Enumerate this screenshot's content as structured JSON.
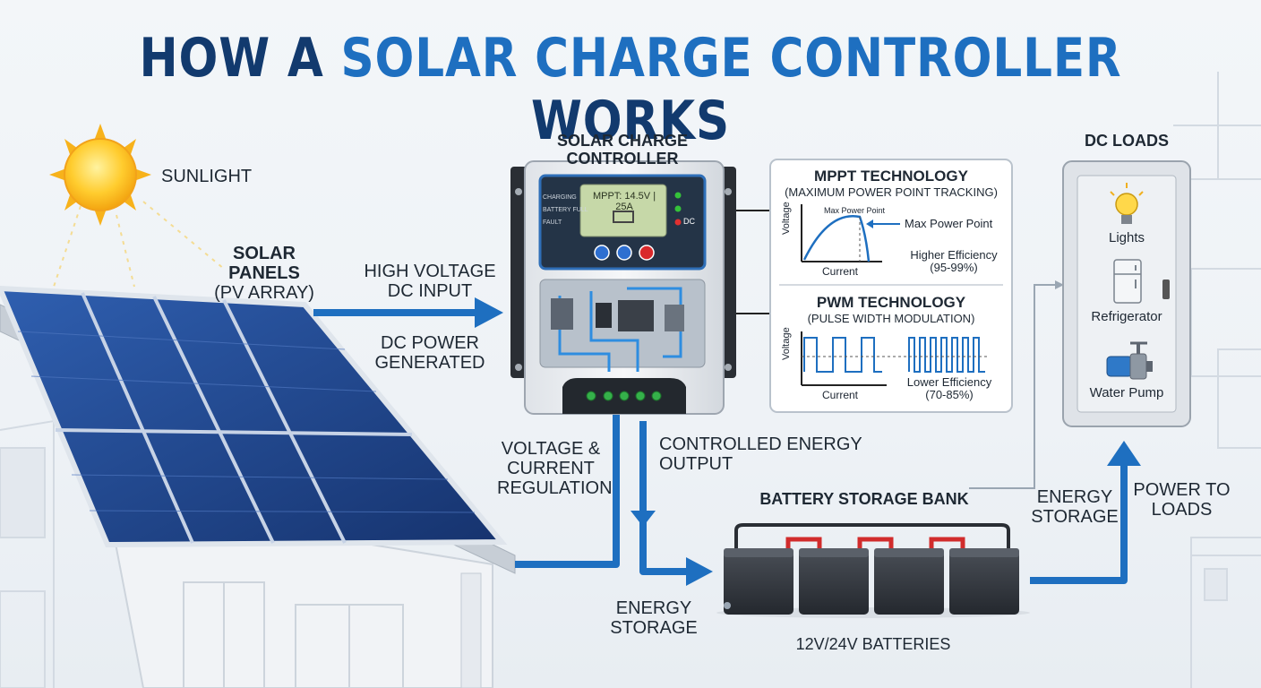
{
  "title": {
    "part1": "HOW A ",
    "part2": "SOLAR CHARGE CONTROLLER",
    "part3": " WORKS"
  },
  "sun": {
    "label": "SUNLIGHT"
  },
  "panels": {
    "title": "SOLAR PANELS",
    "subtitle": "(PV ARRAY)"
  },
  "flow": {
    "input_line1": "HIGH VOLTAGE",
    "input_line2": "DC INPUT",
    "power_line1": "DC POWER",
    "power_line2": "GENERATED",
    "reg_line1": "VOLTAGE &",
    "reg_line2": "CURRENT",
    "reg_line3": "REGULATION",
    "output_line1": "CONTROLLED ENERGY",
    "output_line2": "OUTPUT",
    "storage_left_line1": "ENERGY",
    "storage_left_line2": "STORAGE",
    "storage_right_line1": "ENERGY",
    "storage_right_line2": "STORAGE",
    "power_loads_line1": "POWER TO",
    "power_loads_line2": "LOADS"
  },
  "controller": {
    "title": "SOLAR CHARGE CONTROLLER",
    "display": "MPPT: 14.5V | 25A",
    "dc_label": "DC",
    "side_text1": "CHARGING",
    "side_text2": "BATTERY FULL",
    "side_text3": "FAULT"
  },
  "tech": {
    "mppt_title": "MPPT TECHNOLOGY",
    "mppt_sub": "(MAXIMUM POWER POINT TRACKING)",
    "mppt_peak_label": "Max Power Point",
    "mppt_arrow_label": "Max Power Point",
    "mppt_eff1": "Higher Efficiency",
    "mppt_eff2": "(95-99%)",
    "pwm_title": "PWM TECHNOLOGY",
    "pwm_sub": "(PULSE WIDTH MODULATION)",
    "pwm_eff1": "Lower Efficiency",
    "pwm_eff2": "(70-85%)",
    "axis_y": "Voltage",
    "axis_x": "Current"
  },
  "loads": {
    "title": "DC LOADS",
    "items": [
      "Lights",
      "Refrigerator",
      "Water Pump"
    ]
  },
  "battery": {
    "title": "BATTERY STORAGE BANK",
    "caption": "12V/24V BATTERIES"
  },
  "colors": {
    "arrow": "#1e6fc0",
    "title_dark": "#123a6e",
    "title_accent": "#1e6fc0"
  }
}
